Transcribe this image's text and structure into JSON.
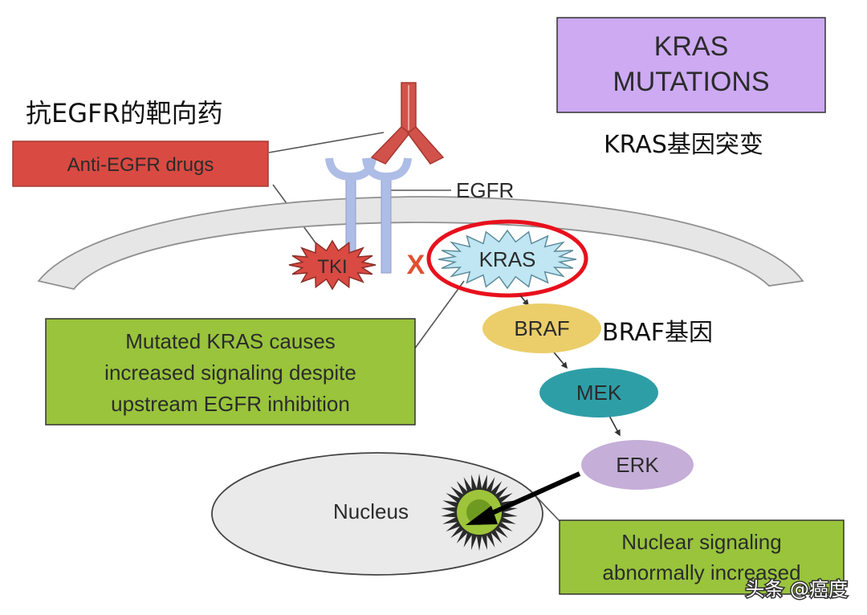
{
  "labels": {
    "anti_egfr_cn": "抗EGFR的靶向药",
    "anti_egfr_drugs": "Anti-EGFR drugs",
    "egfr": "EGFR",
    "tki": "TKI",
    "inhibit_mark": "X",
    "kras": "KRAS",
    "kras_mutations_line1": "KRAS",
    "kras_mutations_line2": "MUTATIONS",
    "kras_mutations_cn": "KRAS基因突变",
    "braf": "BRAF",
    "braf_cn": "BRAF基因",
    "mek": "MEK",
    "erk": "ERK",
    "nucleus": "Nucleus",
    "mutated_line1": "Mutated KRAS causes",
    "mutated_line2": "increased signaling despite",
    "mutated_line3": "upstream EGFR inhibition",
    "nuclear_line1": "Nuclear signaling",
    "nuclear_line2": "abnormally increased",
    "watermark": "头条 @癌度"
  },
  "colors": {
    "anti_egfr_box": "#d94a42",
    "tki_star": "#d94a42",
    "kras_star": "#bfe6f2",
    "kras_highlight_ring": "#e8101c",
    "green_box": "#99c43c",
    "mutations_box": "#cdaaf2",
    "braf": "#ebce6a",
    "mek": "#2e9ea6",
    "erk": "#c5aed8",
    "egfr_receptor": "#aebde6",
    "antibody": "#d1524a",
    "membrane": "#e6e6e6",
    "nucleus": "#eaeaea",
    "inhibit_x": "#e05030"
  }
}
